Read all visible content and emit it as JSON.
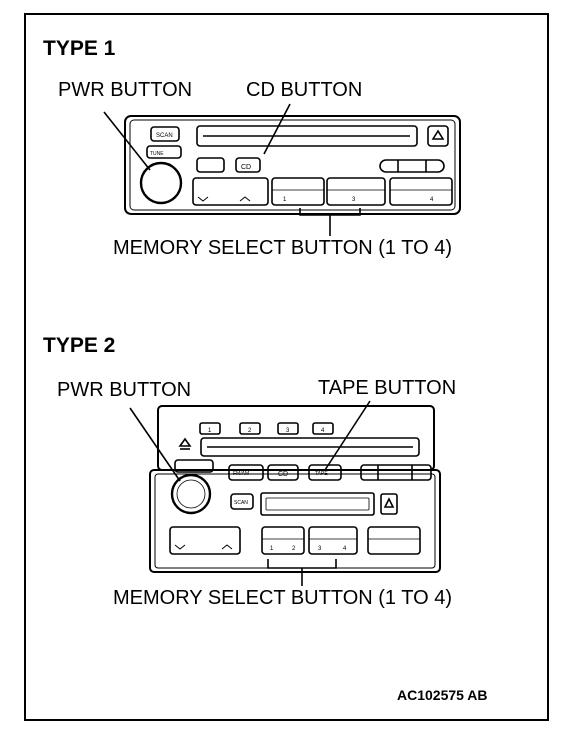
{
  "type1": {
    "title": "TYPE 1",
    "pwr_callout": "PWR BUTTON",
    "cd_callout": "CD BUTTON",
    "memory_callout": "MEMORY SELECT BUTTON (1 TO 4)",
    "unit": {
      "scan_label": "SCAN",
      "tune_label": "TUNE",
      "cd_label": "CD",
      "preset_left": "1",
      "preset_mid": "3",
      "preset_right": "4"
    }
  },
  "type2": {
    "title": "TYPE 2",
    "pwr_callout": "PWR BUTTON",
    "tape_callout": "TAPE BUTTON",
    "memory_callout": "MEMORY SELECT BUTTON (1 TO 4)",
    "unit": {
      "top_buttons": [
        "1",
        "2",
        "3",
        "4"
      ],
      "fmam_label": "FM/AM",
      "cd_label": "CD",
      "tape_label": "TAPE",
      "scan_label": "SCAN",
      "preset_1": "1",
      "preset_2": "2",
      "preset_3": "3",
      "preset_4": "4"
    }
  },
  "figure_id": "AC102575 AB"
}
